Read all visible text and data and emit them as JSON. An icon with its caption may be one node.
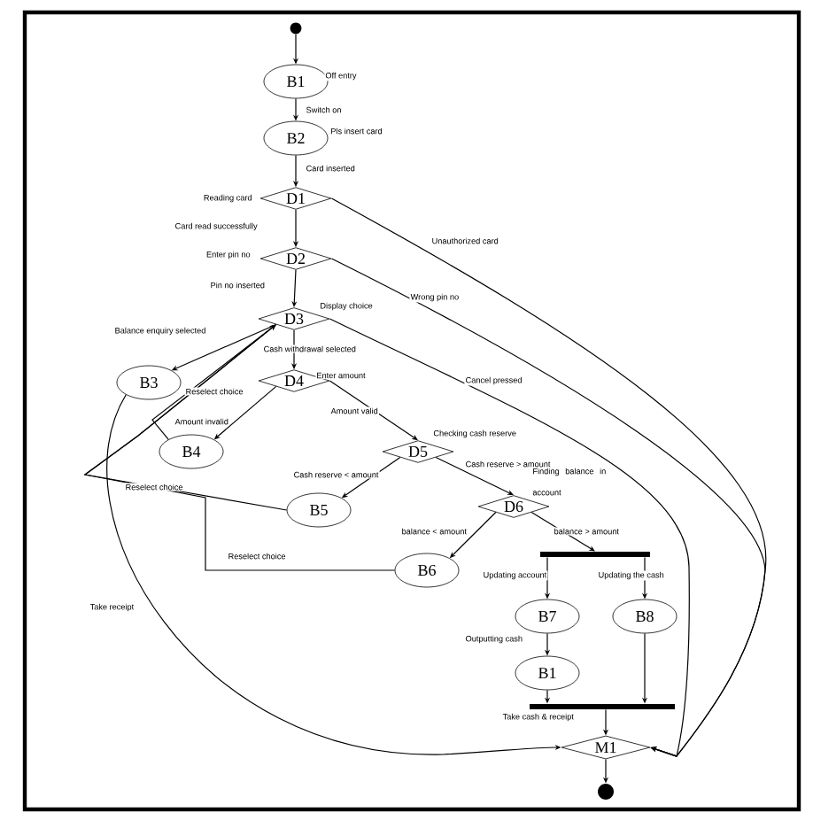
{
  "diagram": {
    "nodes": [
      {
        "text": [],
        "shape": "circle"
      },
      {
        "text": [
          "B1"
        ],
        "beside": [
          "Off entry"
        ]
      },
      {
        "text": [
          "B2"
        ],
        "beside": [
          "Pls insert card"
        ]
      },
      {
        "text": [
          "D1"
        ],
        "beside": [
          "Reading card"
        ]
      },
      {
        "text": [
          "D2"
        ],
        "beside": [
          "Enter pin no"
        ]
      },
      {
        "text": [
          "D3"
        ],
        "beside": [
          "Display choice"
        ]
      },
      {
        "text": [
          "B3"
        ]
      },
      {
        "text": [
          "D4"
        ],
        "beside": [
          "Enter amount"
        ]
      },
      {
        "text": [
          "B4"
        ]
      },
      {
        "text": [
          "D5"
        ],
        "beside": [
          "Checking cash reserve"
        ]
      },
      {
        "text": [
          "B5"
        ]
      },
      {
        "text": [
          "D6"
        ],
        "beside": [
          "Finding balance in account"
        ]
      },
      {
        "text": [
          "B6"
        ]
      },
      {
        "text": [],
        "shape": "bar"
      },
      {
        "text": [
          "B7"
        ]
      },
      {
        "text": [
          "B8"
        ]
      },
      {
        "text": [
          "B1"
        ]
      },
      {
        "text": [],
        "shape": "bar"
      },
      {
        "text": [
          "M1"
        ]
      },
      {
        "text": [],
        "shape": "circle"
      }
    ],
    "edges": [
      {
        "from": 0,
        "to": 1,
        "arrow": "to"
      },
      {
        "from": 1,
        "to": 2,
        "arrow": "to",
        "label": "Switch on"
      },
      {
        "from": 2,
        "to": 3,
        "arrow": "to",
        "label": "Card inserted"
      },
      {
        "from": 3,
        "to": 4,
        "arrow": "to",
        "label": "Card read successfully"
      },
      {
        "from": 3,
        "to": 18,
        "arrow": "to",
        "label": "Unauthorized card"
      },
      {
        "from": 4,
        "to": 5,
        "arrow": "to",
        "label": "Pin no inserted"
      },
      {
        "from": 4,
        "to": 18,
        "arrow": "to",
        "label": "Wrong pin no"
      },
      {
        "from": 5,
        "to": 6,
        "arrow": "to",
        "label": "Balance enquiry selected"
      },
      {
        "from": 5,
        "to": 7,
        "arrow": "to",
        "label": "Cash withdrawal selected"
      },
      {
        "from": 5,
        "to": 18,
        "arrow": "to",
        "label": "Cancel pressed"
      },
      {
        "from": 7,
        "to": 8,
        "arrow": "to",
        "label": "Amount invalid"
      },
      {
        "from": 7,
        "to": 9,
        "arrow": "to",
        "label": "Amount valid"
      },
      {
        "from": 8,
        "to": 5,
        "arrow": "to",
        "label": "Reselect choice"
      },
      {
        "from": 9,
        "to": 10,
        "arrow": "to",
        "label": "Cash reserve < amount"
      },
      {
        "from": 9,
        "to": 11,
        "arrow": "to",
        "label": "Cash reserve > amount"
      },
      {
        "from": 10,
        "to": 5,
        "arrow": "to",
        "label": "Reselect choice"
      },
      {
        "from": 12,
        "to": 5,
        "arrow": "to",
        "label": "Reselect choice"
      },
      {
        "from": 11,
        "to": 12,
        "arrow": "to",
        "label": "balance < amount"
      },
      {
        "from": 11,
        "to": 13,
        "arrow": "to",
        "label": "balance > amount"
      },
      {
        "from": 13,
        "to": 14,
        "arrow": "to",
        "label": "Updating account"
      },
      {
        "from": 13,
        "to": 15,
        "arrow": "to",
        "label": "Updating the cash"
      },
      {
        "from": 14,
        "to": 16,
        "arrow": "to",
        "label": "Outputting cash"
      },
      {
        "from": 16,
        "to": 17,
        "arrow": "to"
      },
      {
        "from": 15,
        "to": 17,
        "arrow": "to"
      },
      {
        "from": 17,
        "to": 18,
        "arrow": "to",
        "label": "Take cash & receipt"
      },
      {
        "from": 6,
        "to": 18,
        "arrow": "to",
        "label": "Take receipt"
      },
      {
        "from": 18,
        "to": 19,
        "arrow": "to"
      }
    ]
  }
}
